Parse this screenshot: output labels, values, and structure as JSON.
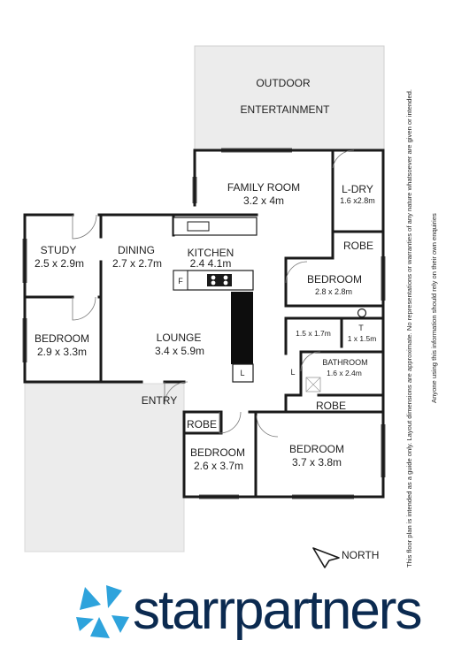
{
  "rooms": {
    "outdoor_line1": "OUTDOOR",
    "outdoor_line2": "ENTERTAINMENT",
    "family_room": "FAMILY ROOM",
    "family_room_dim": "3.2 x 4m",
    "l_dry": "L-DRY",
    "l_dry_dim": "1.6 x2.8m",
    "study": "STUDY",
    "study_dim": "2.5 x 2.9m",
    "dining": "DINING",
    "dining_dim": "2.7 x 2.7m",
    "kitchen": "KITCHEN",
    "kitchen_dim": "2.4  4.1m",
    "robe_top": "ROBE",
    "bedroom_right": "BEDROOM",
    "bedroom_right_dim": "2.8 x 2.8m",
    "fridge": "F",
    "hall_dim": "1.5 x 1.7m",
    "toilet": "T",
    "toilet_dim": "1 x 1.5m",
    "bedroom_left": "BEDROOM",
    "bedroom_left_dim": "2.9 x 3.3m",
    "lounge": "LOUNGE",
    "lounge_dim": "3.4 x 5.9m",
    "linen_lounge": "L",
    "linen_hall": "L",
    "bathroom": "BATHROOM",
    "bathroom_dim": "1.6 x 2.4m",
    "entry": "ENTRY",
    "robe_bottom_left": "ROBE",
    "robe_bottom_right": "ROBE",
    "bedroom_bottom_mid": "BEDROOM",
    "bedroom_bottom_mid_dim": "2.6 x 3.7m",
    "bedroom_bottom_right": "BEDROOM",
    "bedroom_bottom_right_dim": "3.7 x 3.8m"
  },
  "north": "NORTH",
  "disclaimer_1": "This floor plan is intended as a guide only. Layout dimensions are approximate. No representations or warranties of any nature whatsoever are given or intended.",
  "disclaimer_2": "Anyone using this information should rely on their own enquiries",
  "logo": {
    "wordmark": "starrpartners",
    "color_primary": "#0b2a50",
    "color_accent": "#2ea3dc"
  }
}
